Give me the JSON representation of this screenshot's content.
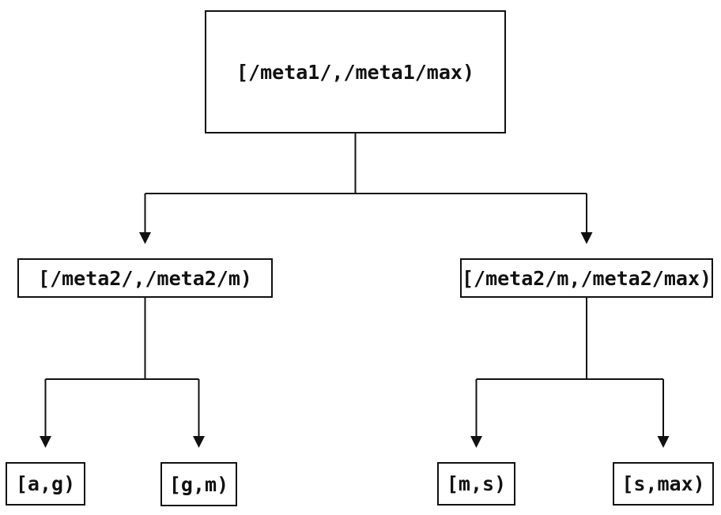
{
  "diagram": {
    "type": "binary-interval-tree",
    "colors": {
      "line": "#111111",
      "box_border": "#111111",
      "text": "#111111",
      "background": "#ffffff"
    },
    "root": {
      "label": "[/meta1/,/meta1/max)"
    },
    "level1": [
      {
        "label": "[/meta2/,/meta2/m)"
      },
      {
        "label": "[/meta2/m,/meta2/max)"
      }
    ],
    "leaves": [
      {
        "label": "[a,g)"
      },
      {
        "label": "[g,m)"
      },
      {
        "label": "[m,s)"
      },
      {
        "label": "[s,max)"
      }
    ]
  }
}
